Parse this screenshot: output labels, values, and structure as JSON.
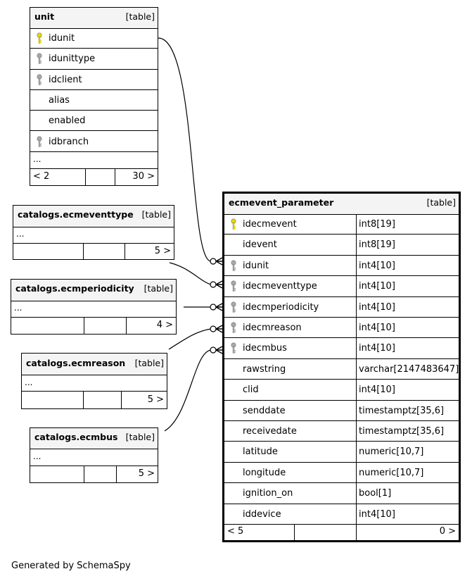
{
  "tables": {
    "unit": {
      "name": "unit",
      "kind": "[table]",
      "columns": [
        {
          "name": "idunit",
          "key": "primary"
        },
        {
          "name": "idunittype",
          "key": "foreign"
        },
        {
          "name": "idclient",
          "key": "foreign"
        },
        {
          "name": "alias",
          "key": ""
        },
        {
          "name": "enabled",
          "key": ""
        },
        {
          "name": "idbranch",
          "key": "foreign"
        }
      ],
      "ellipsis": "...",
      "footer_left": "< 2",
      "footer_right": "30 >"
    },
    "ecmeventtype": {
      "name": "catalogs.ecmeventtype",
      "kind": "[table]",
      "ellipsis": "...",
      "footer_right": "5 >"
    },
    "ecmperiodicity": {
      "name": "catalogs.ecmperiodicity",
      "kind": "[table]",
      "ellipsis": "...",
      "footer_right": "4 >"
    },
    "ecmreason": {
      "name": "catalogs.ecmreason",
      "kind": "[table]",
      "ellipsis": "...",
      "footer_right": "5 >"
    },
    "ecmbus": {
      "name": "catalogs.ecmbus",
      "kind": "[table]",
      "ellipsis": "...",
      "footer_right": "5 >"
    },
    "ecmevent_parameter": {
      "name": "ecmevent_parameter",
      "kind": "[table]",
      "columns": [
        {
          "name": "idecmevent",
          "type": "int8[19]",
          "key": "primary"
        },
        {
          "name": "idevent",
          "type": "int8[19]",
          "key": ""
        },
        {
          "name": "idunit",
          "type": "int4[10]",
          "key": "foreign"
        },
        {
          "name": "idecmeventtype",
          "type": "int4[10]",
          "key": "foreign"
        },
        {
          "name": "idecmperiodicity",
          "type": "int4[10]",
          "key": "foreign"
        },
        {
          "name": "idecmreason",
          "type": "int4[10]",
          "key": "foreign"
        },
        {
          "name": "idecmbus",
          "type": "int4[10]",
          "key": "foreign"
        },
        {
          "name": "rawstring",
          "type": "varchar[2147483647]",
          "key": ""
        },
        {
          "name": "clid",
          "type": "int4[10]",
          "key": ""
        },
        {
          "name": "senddate",
          "type": "timestamptz[35,6]",
          "key": ""
        },
        {
          "name": "receivedate",
          "type": "timestamptz[35,6]",
          "key": ""
        },
        {
          "name": "latitude",
          "type": "numeric[10,7]",
          "key": ""
        },
        {
          "name": "longitude",
          "type": "numeric[10,7]",
          "key": ""
        },
        {
          "name": "ignition_on",
          "type": "bool[1]",
          "key": ""
        },
        {
          "name": "iddevice",
          "type": "int4[10]",
          "key": ""
        }
      ],
      "footer_left": "< 5",
      "footer_right": "0 >"
    }
  },
  "colors": {
    "primary_key": "#e8d800",
    "foreign_key": "#a8a8a8",
    "header_bg": "#f4f4f4",
    "line": "#000000"
  },
  "footer_text": "Generated by SchemaSpy"
}
